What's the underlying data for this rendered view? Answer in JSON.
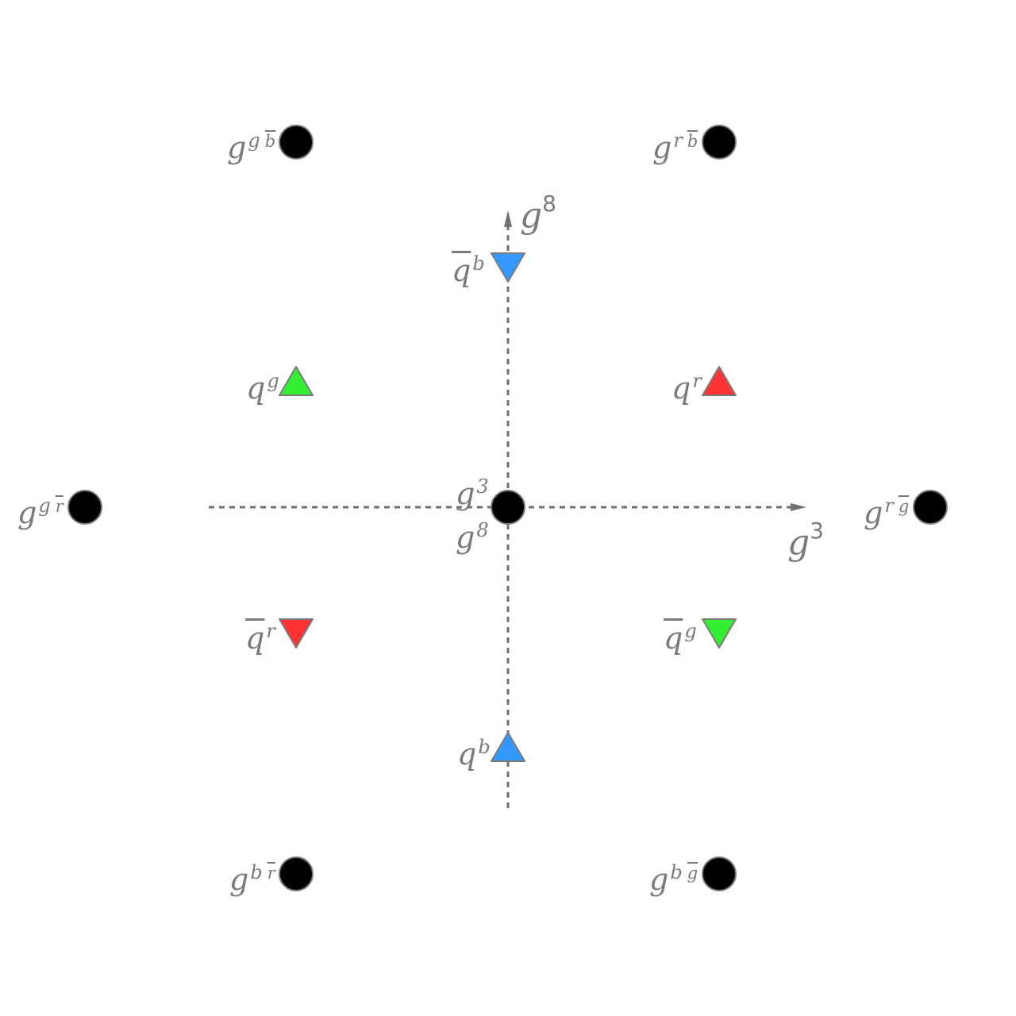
{
  "axes": {
    "horizontal": {
      "base": "g",
      "sup": "3"
    },
    "vertical": {
      "base": "g",
      "sup": "8"
    }
  },
  "colors": {
    "axis": "#707070",
    "label": "#7a7a7a",
    "gluon": "#000000",
    "red": "#ff3333",
    "green": "#33ee33",
    "blue": "#3399ff",
    "outline": "#7a7a7a"
  },
  "gluons": {
    "g_gbbar": {
      "base": "g",
      "sup": "g",
      "sup_bar": "b"
    },
    "g_rbbar": {
      "base": "g",
      "sup": "r",
      "sup_bar": "b"
    },
    "g_grbar": {
      "base": "g",
      "sup": "g",
      "sup_bar": "r"
    },
    "g_rgbar": {
      "base": "g",
      "sup": "r",
      "sup_bar": "g"
    },
    "g_brbar": {
      "base": "g",
      "sup": "b",
      "sup_bar": "r"
    },
    "g_bgbar": {
      "base": "g",
      "sup": "b",
      "sup_bar": "g"
    },
    "center": {
      "upper": {
        "base": "g",
        "sup": "3"
      },
      "lower": {
        "base": "g",
        "sup": "8"
      }
    }
  },
  "quarks": {
    "qg": {
      "base": "q",
      "sup": "g",
      "color": "green"
    },
    "qr": {
      "base": "q",
      "sup": "r",
      "color": "red"
    },
    "qb": {
      "base": "q",
      "sup": "b",
      "color": "blue"
    }
  },
  "antiquarks": {
    "qbar_b": {
      "base": "q",
      "sup": "b",
      "color": "blue"
    },
    "qbar_r": {
      "base": "q",
      "sup": "r",
      "color": "red"
    },
    "qbar_g": {
      "base": "q",
      "sup": "g",
      "color": "green"
    }
  }
}
